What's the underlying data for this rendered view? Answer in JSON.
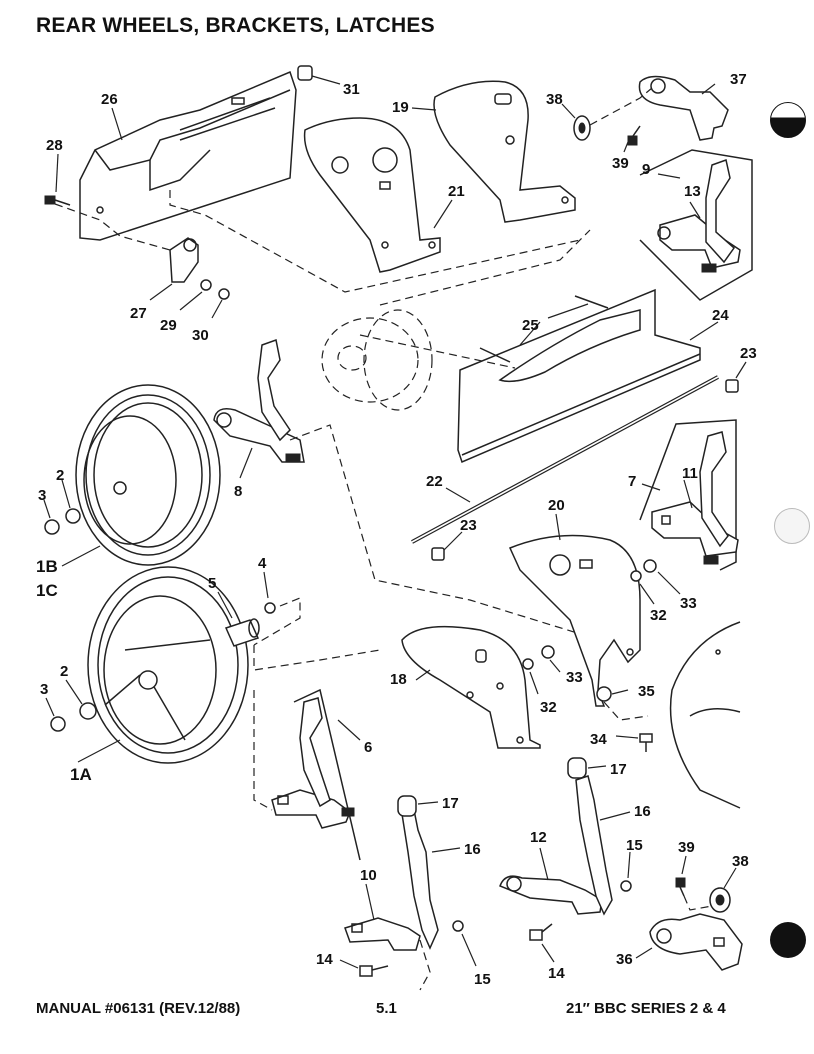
{
  "page": {
    "title": "REAR WHEELS, BRACKETS, LATCHES",
    "footer_left": "MANUAL #06131 (REV.12/88)",
    "footer_center": "5.1",
    "footer_right": "21″ BBC SERIES 2 & 4"
  },
  "callouts": {
    "c1A": "1A",
    "c1B": "1B",
    "c1C": "1C",
    "c2a": "2",
    "c2b": "2",
    "c3a": "3",
    "c3b": "3",
    "c4": "4",
    "c5": "5",
    "c6": "6",
    "c7": "7",
    "c8": "8",
    "c9": "9",
    "c10": "10",
    "c11": "11",
    "c12": "12",
    "c13": "13",
    "c14a": "14",
    "c14b": "14",
    "c15a": "15",
    "c15b": "15",
    "c16a": "16",
    "c16b": "16",
    "c17a": "17",
    "c17b": "17",
    "c18": "18",
    "c19": "19",
    "c20": "20",
    "c21": "21",
    "c22": "22",
    "c23a": "23",
    "c23b": "23",
    "c24": "24",
    "c25": "25",
    "c26": "26",
    "c27": "27",
    "c28": "28",
    "c29": "29",
    "c30": "30",
    "c31": "31",
    "c32a": "32",
    "c32b": "32",
    "c33a": "33",
    "c33b": "33",
    "c34": "34",
    "c35": "35",
    "c36": "36",
    "c37": "37",
    "c38a": "38",
    "c38b": "38",
    "c39a": "39",
    "c39b": "39"
  }
}
